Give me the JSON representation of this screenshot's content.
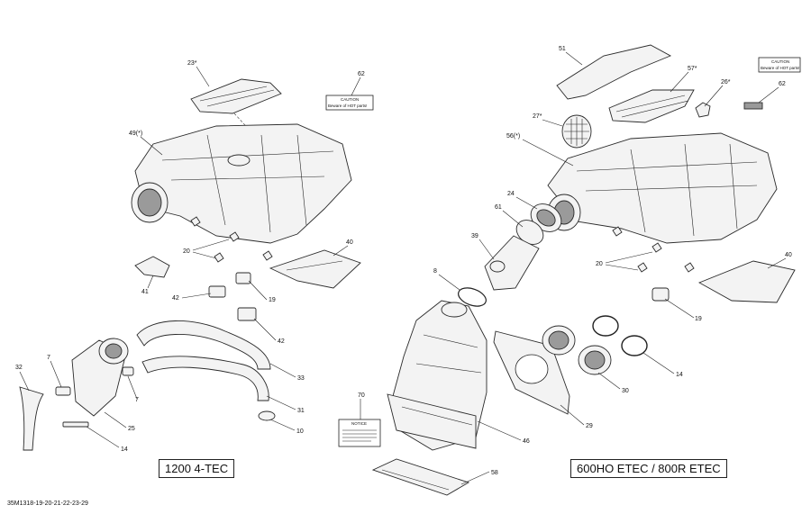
{
  "labels": {
    "caution_title": "CAUTION",
    "caution_line1": "Beware of HOT parts!",
    "notice_title": "NOTICE"
  },
  "models": {
    "left": "1200 4-TEC",
    "right": "600HO ETEC / 800R ETEC"
  },
  "drawing_code": "35M1318-19-20-21-22-23-29",
  "callouts_left": [
    "23*",
    "62",
    "49(*)",
    "20",
    "40",
    "41",
    "42",
    "19",
    "42",
    "33",
    "32",
    "7",
    "7",
    "31",
    "25",
    "10",
    "14"
  ],
  "callouts_right": [
    "51",
    "57*",
    "26*",
    "62",
    "27*",
    "56(*)",
    "24",
    "61",
    "39",
    "8",
    "20",
    "40",
    "19",
    "70",
    "14",
    "30",
    "29",
    "46",
    "58"
  ]
}
